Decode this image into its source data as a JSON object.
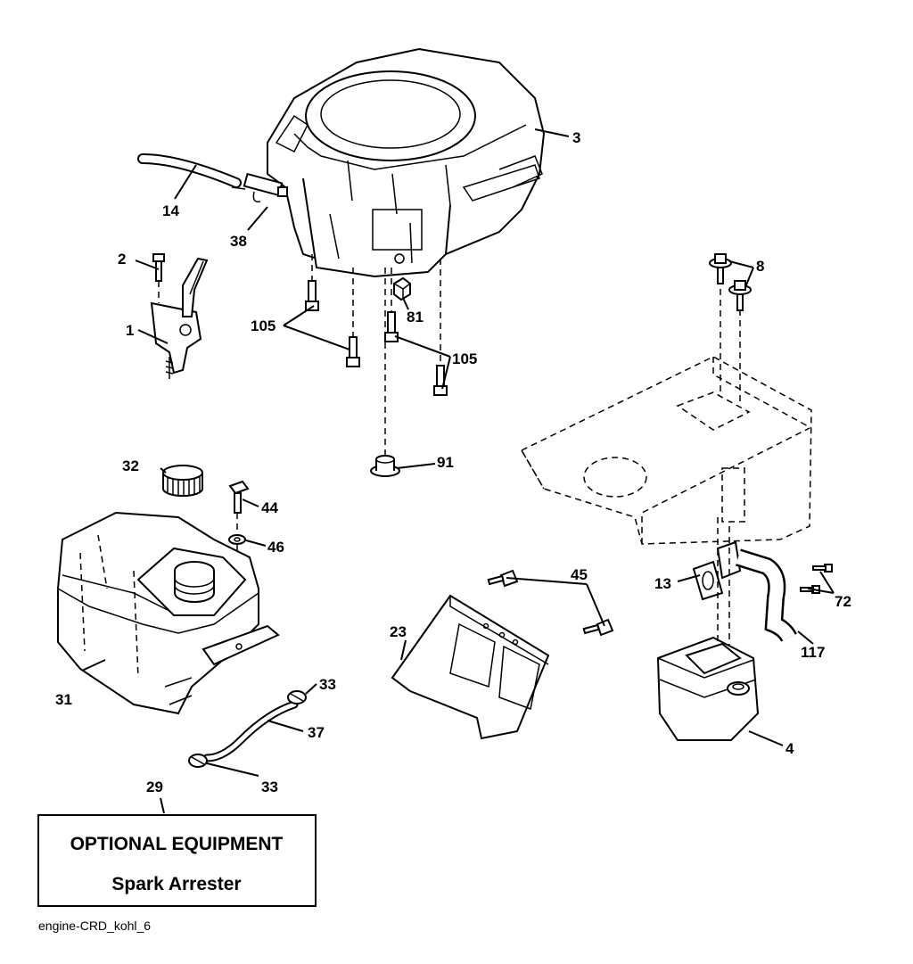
{
  "diagram": {
    "caption": "engine-CRD_kohl_6",
    "optional_box": {
      "title": "OPTIONAL EQUIPMENT",
      "subtitle": "Spark Arrester"
    },
    "callouts": {
      "c1": "1",
      "c2": "2",
      "c3": "3",
      "c4": "4",
      "c8": "8",
      "c13": "13",
      "c14": "14",
      "c23": "23",
      "c29": "29",
      "c31": "31",
      "c32": "32",
      "c33a": "33",
      "c33b": "33",
      "c37": "37",
      "c38": "38",
      "c44": "44",
      "c45": "45",
      "c46": "46",
      "c72": "72",
      "c81": "81",
      "c91": "91",
      "c105a": "105",
      "c105b": "105",
      "c117": "117"
    }
  }
}
